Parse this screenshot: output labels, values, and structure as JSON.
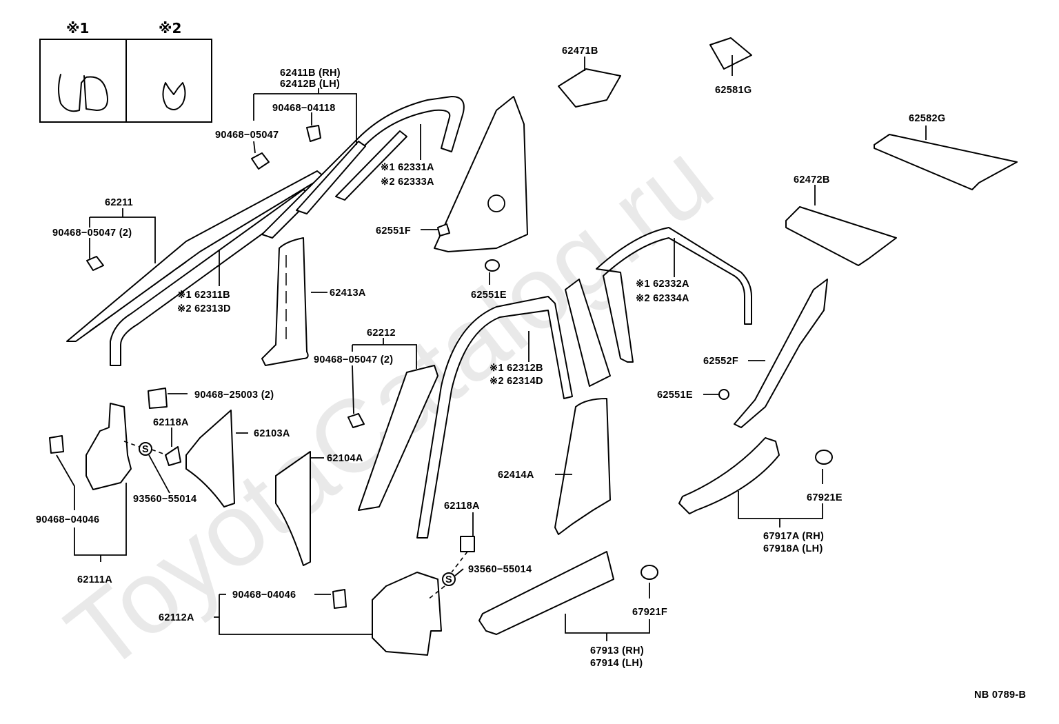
{
  "watermark": "ToyotaCatalog.ru",
  "drawing_code": "NB 0789-B",
  "legend": {
    "clip_1_label": "※1",
    "clip_2_label": "※2"
  },
  "labels": {
    "p62411B": "62411B (RH)",
    "p62412B": "62412B (LH)",
    "p90468_04118": "90468−04118",
    "p90468_05047_a": "90468−05047",
    "p62331A": "※1 62331A",
    "p62333A": "※2 62333A",
    "p62471B": "62471B",
    "p62581G": "62581G",
    "p62582G": "62582G",
    "p62472B": "62472B",
    "p62211": "62211",
    "p90468_05047_b": "90468−05047 (2)",
    "p62311B": "※1 62311B",
    "p62313D": "※2 62313D",
    "p62413A": "62413A",
    "p62551F": "62551F",
    "p62551E_a": "62551E",
    "p62332A": "※1 62332A",
    "p62334A": "※2 62334A",
    "p62552F": "62552F",
    "p62551E_b": "62551E",
    "p62212": "62212",
    "p90468_05047_c": "90468−05047 (2)",
    "p62312B": "※1 62312B",
    "p62314D": "※2 62314D",
    "p90468_25003": "90468−25003 (2)",
    "p62118A_a": "62118A",
    "p62103A": "62103A",
    "p62104A": "62104A",
    "p93560_55014_a": "93560−55014",
    "p90468_04046_a": "90468−04046",
    "p62111A": "62111A",
    "p62414A": "62414A",
    "p67921E": "67921E",
    "p67917A": "67917A (RH)",
    "p67918A": "67918A (LH)",
    "p62118A_b": "62118A",
    "p93560_55014_b": "93560−55014",
    "p90468_04046_b": "90468−04046",
    "p62112A": "62112A",
    "p67921F": "67921F",
    "p67913": "67913 (RH)",
    "p67914": "67914 (LH)",
    "screw_symbol": "S"
  }
}
